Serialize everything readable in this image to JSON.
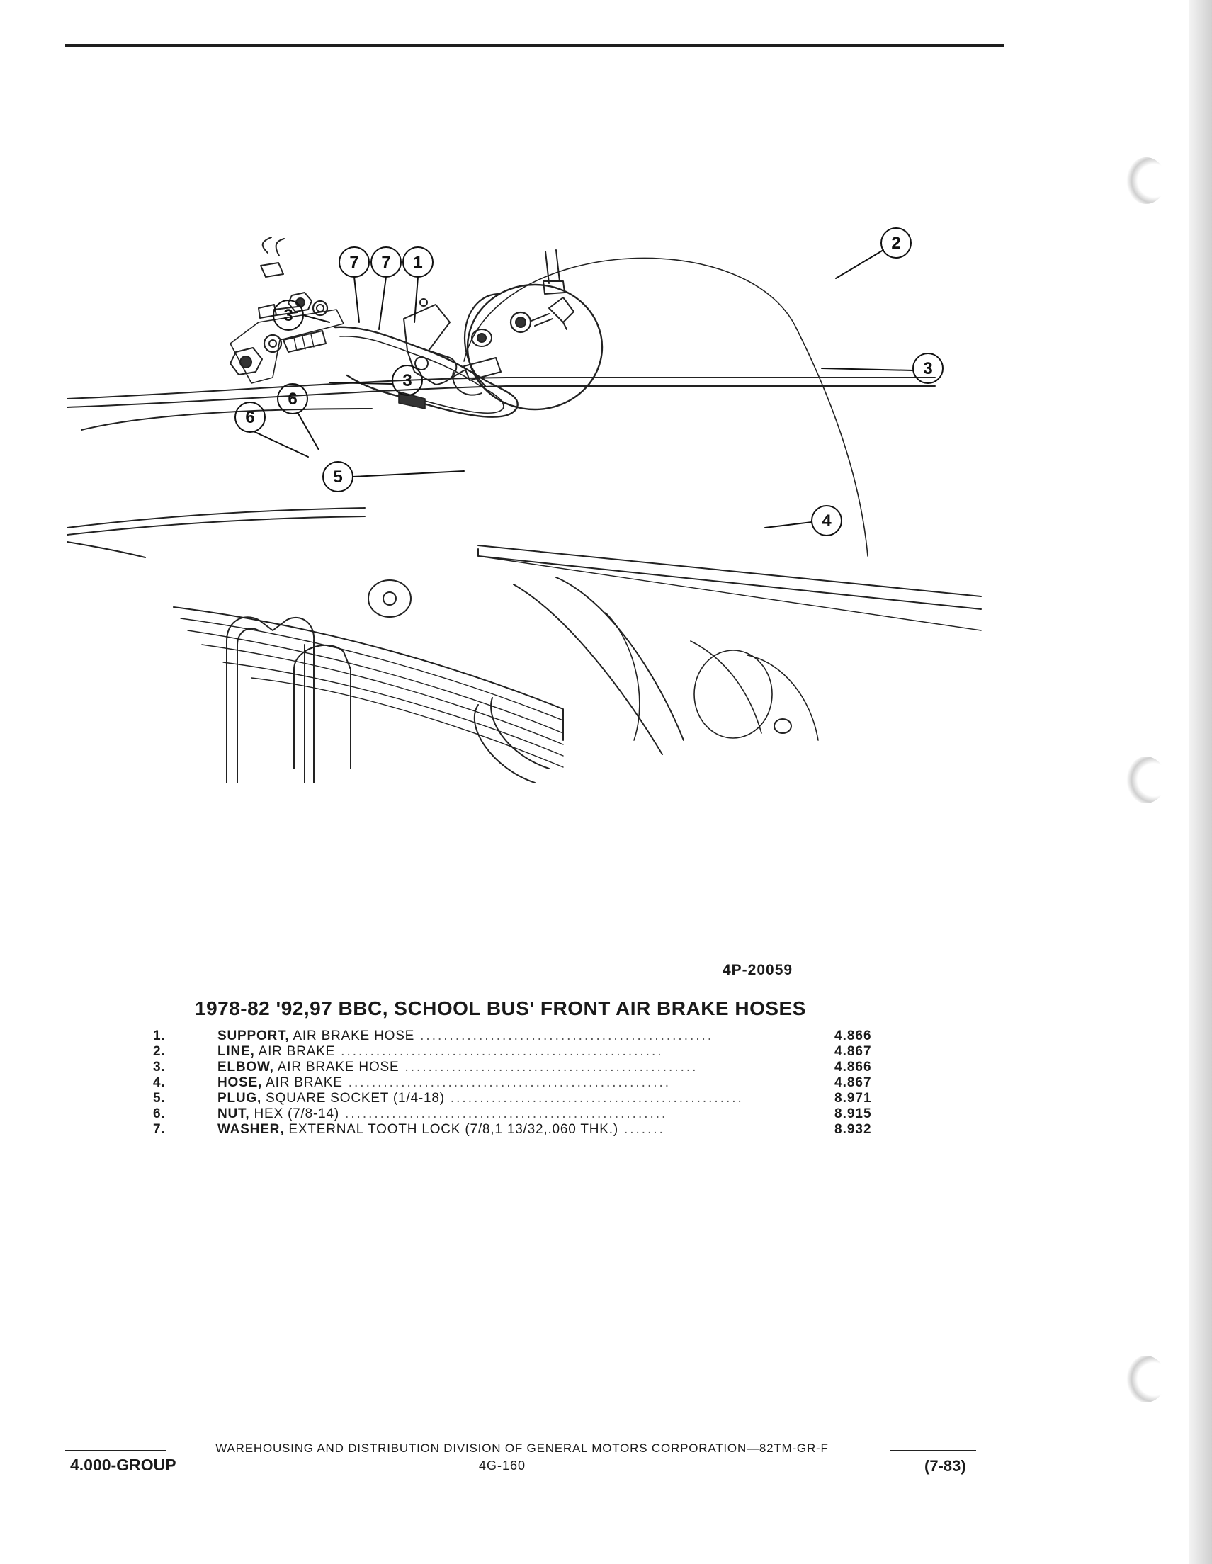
{
  "figure_id": "4P-20059",
  "title": "1978-82 '92,97 BBC, SCHOOL BUS' FRONT AIR BRAKE HOSES",
  "callouts": [
    "1",
    "2",
    "3",
    "3",
    "4",
    "5",
    "6",
    "6",
    "7",
    "7"
  ],
  "parts": [
    {
      "num": "1.",
      "name": "SUPPORT,",
      "desc": "AIR BRAKE HOSE",
      "group": "4.866"
    },
    {
      "num": "2.",
      "name": "LINE,",
      "desc": "AIR BRAKE",
      "group": "4.867"
    },
    {
      "num": "3.",
      "name": "ELBOW,",
      "desc": "AIR BRAKE HOSE",
      "group": "4.866"
    },
    {
      "num": "4.",
      "name": "HOSE,",
      "desc": "AIR BRAKE",
      "group": "4.867"
    },
    {
      "num": "5.",
      "name": "PLUG,",
      "desc": "SQUARE SOCKET (1/4-18)",
      "group": "8.971"
    },
    {
      "num": "6.",
      "name": "NUT,",
      "desc": "HEX (7/8-14)",
      "group": "8.915"
    },
    {
      "num": "7.",
      "name": "WASHER,",
      "desc": "EXTERNAL TOOTH LOCK (7/8,1 13/32,.060 THK.)",
      "group": "8.932"
    }
  ],
  "footer": {
    "publisher": "WAREHOUSING AND DISTRIBUTION  DIVISION OF GENERAL MOTORS CORPORATION—82TM-GR-F",
    "group": "4.000-GROUP",
    "page": "4G-160",
    "date": "(7-83)"
  }
}
